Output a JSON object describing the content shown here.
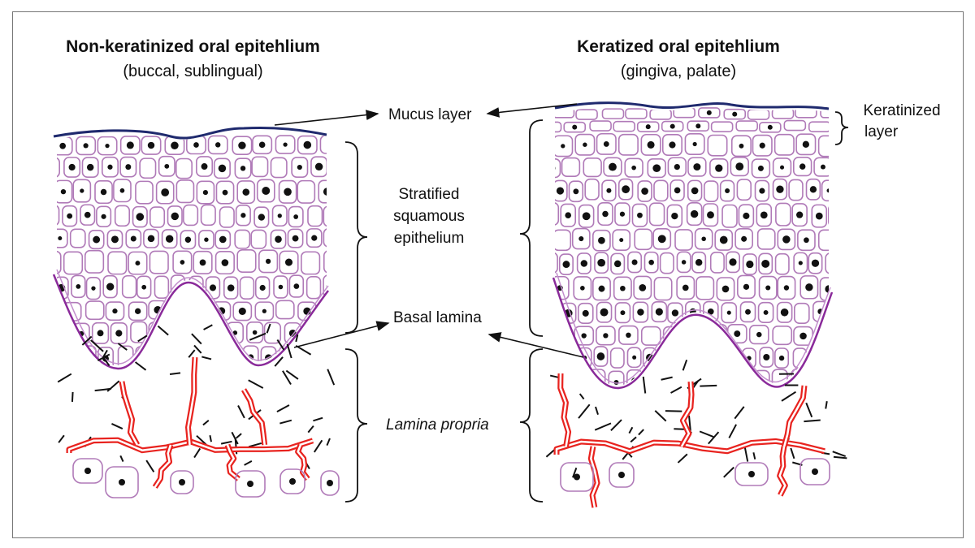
{
  "left_panel": {
    "title": "Non-keratinized oral  epitehlium",
    "subtitle": "(buccal, sublingual)"
  },
  "right_panel": {
    "title": "Keratized oral epitehlium",
    "subtitle": "(gingiva, palate)"
  },
  "labels": {
    "mucus_layer": "Mucus layer",
    "stratified_line1": "Stratified",
    "stratified_line2": "squamous",
    "stratified_line3": "epithelium",
    "basal_lamina": "Basal lamina",
    "lamina_propria": "Lamina propria",
    "keratinized_line1": "Keratinized",
    "keratinized_line2": "layer"
  },
  "colors": {
    "mucus": "#1f2a6e",
    "cell_outline": "#b07ab8",
    "nucleus": "#111111",
    "basal_lamina": "#8a2a9a",
    "vessel": "#e8231f",
    "fiber": "#111111",
    "arrow": "#111111"
  }
}
